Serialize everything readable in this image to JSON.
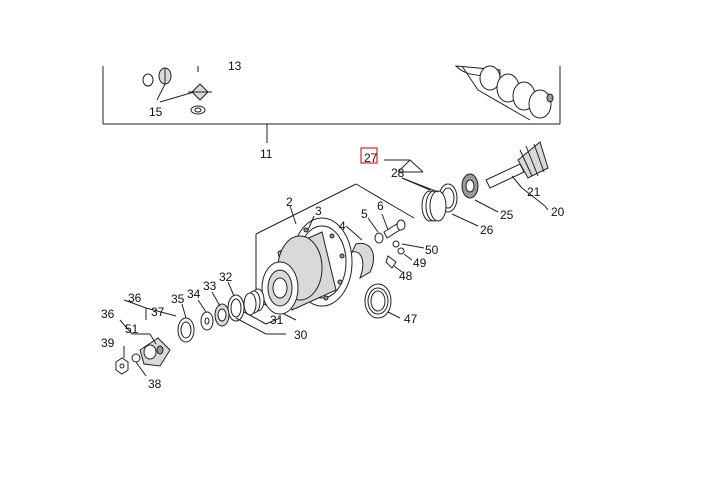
{
  "diagram": {
    "labels": {
      "l15": "15",
      "l11": "11",
      "l27": "27",
      "l28": "28",
      "l21": "21",
      "l20": "20",
      "l25": "25",
      "l26": "26",
      "l2": "2",
      "l3": "3",
      "l4": "4",
      "l5": "5",
      "l6": "6",
      "l50": "50",
      "l49": "49",
      "l48": "48",
      "l47": "47",
      "l32": "32",
      "l33": "33",
      "l34": "34",
      "l35": "35",
      "l36a": "36",
      "l37": "37",
      "l36b": "36",
      "l51": "51",
      "l39": "39",
      "l38": "38",
      "l31": "31",
      "l30": "30",
      "l13": "13"
    },
    "highlight_color": "#d9262b",
    "line_color": "#222222"
  }
}
